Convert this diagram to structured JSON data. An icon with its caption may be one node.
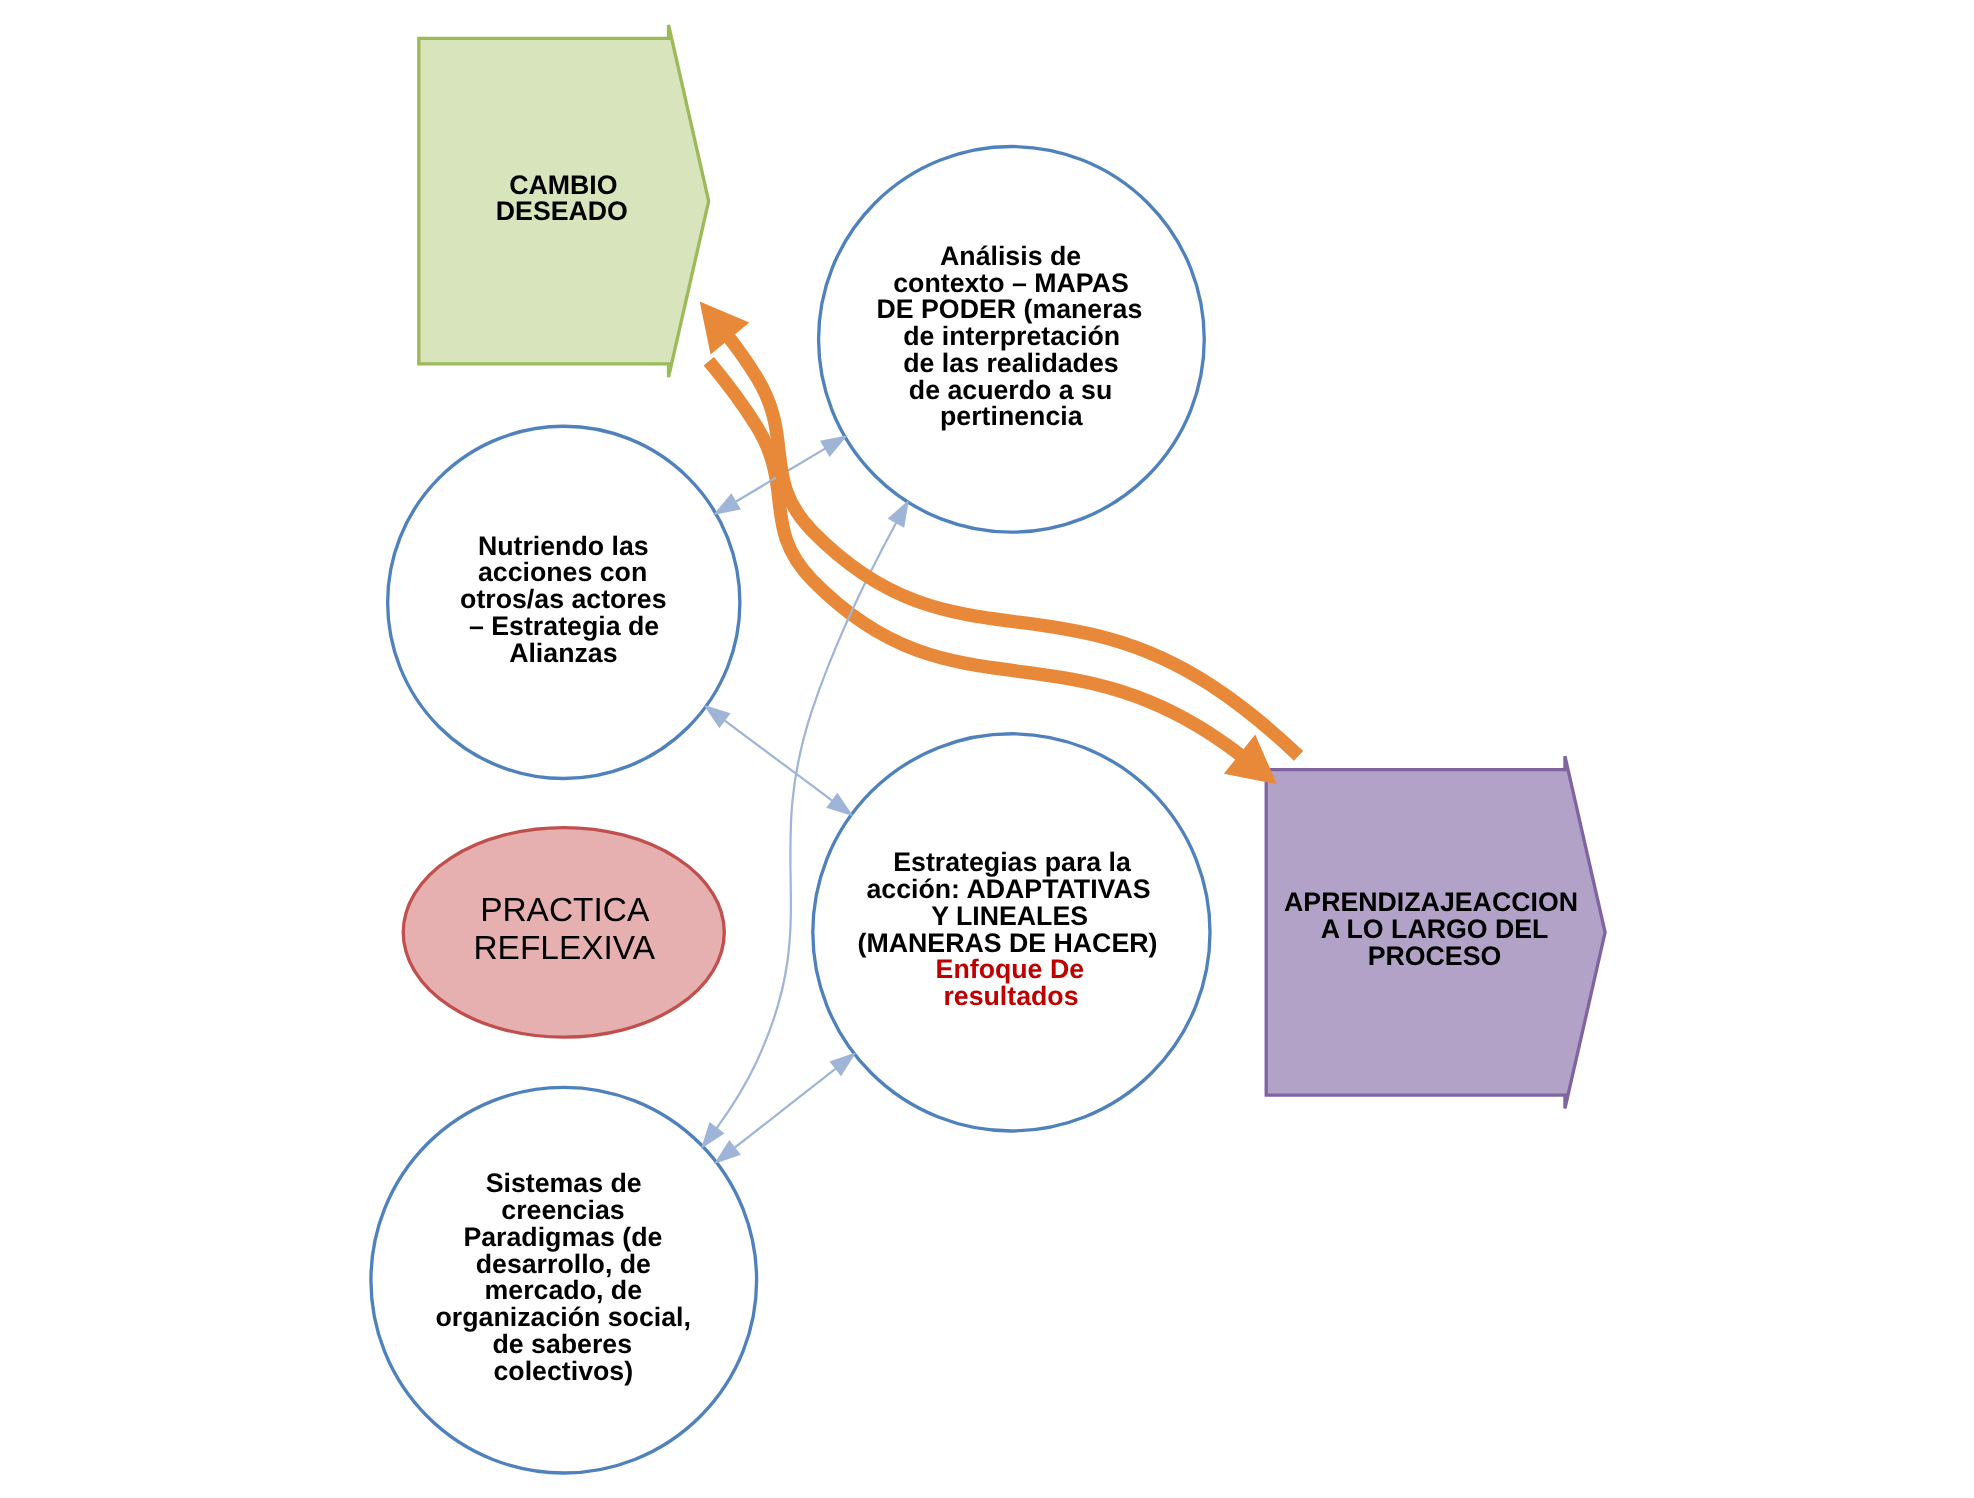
{
  "diagram": {
    "nodes": [
      {
        "text": [
          "CAMBIO DESEADO"
        ]
      },
      {
        "text": [
          "Nutriendo las acciones con otros/as actores – Estrategia de Alianzas"
        ]
      },
      {
        "text": [
          "Análisis de contexto – MAPAS DE PODER (maneras de interpretación de las realidades de acuerdo a su pertinencia"
        ]
      },
      {
        "text": [
          "PRACTICA REFLEXIVA"
        ]
      },
      {
        "text": [
          "Estrategias para la acción: ADAPTATIVAS Y LINEALES",
          "(MANERAS DE HACER)",
          "Enfoque De resultados"
        ]
      },
      {
        "text": [
          "Sistemas de creencias",
          "Paradigmas (de desarrollo, de mercado, de organización social, de saberes colectivos)"
        ]
      },
      {
        "text": [
          "APRENDIZAJEACCION A LO LARGO DEL PROCESO"
        ]
      }
    ],
    "edges": [
      {
        "from": 0,
        "to": 6,
        "arrow": "to",
        "style": "thick",
        "color": "#e8893a"
      },
      {
        "from": 6,
        "to": 0,
        "arrow": "to",
        "style": "thick",
        "color": "#e8893a"
      },
      {
        "from": 1,
        "to": 2,
        "arrow": "both"
      },
      {
        "from": 1,
        "to": 4,
        "arrow": "both"
      },
      {
        "from": 4,
        "to": 5,
        "arrow": "both"
      },
      {
        "from": 5,
        "to": 2,
        "arrow": "both"
      }
    ]
  }
}
